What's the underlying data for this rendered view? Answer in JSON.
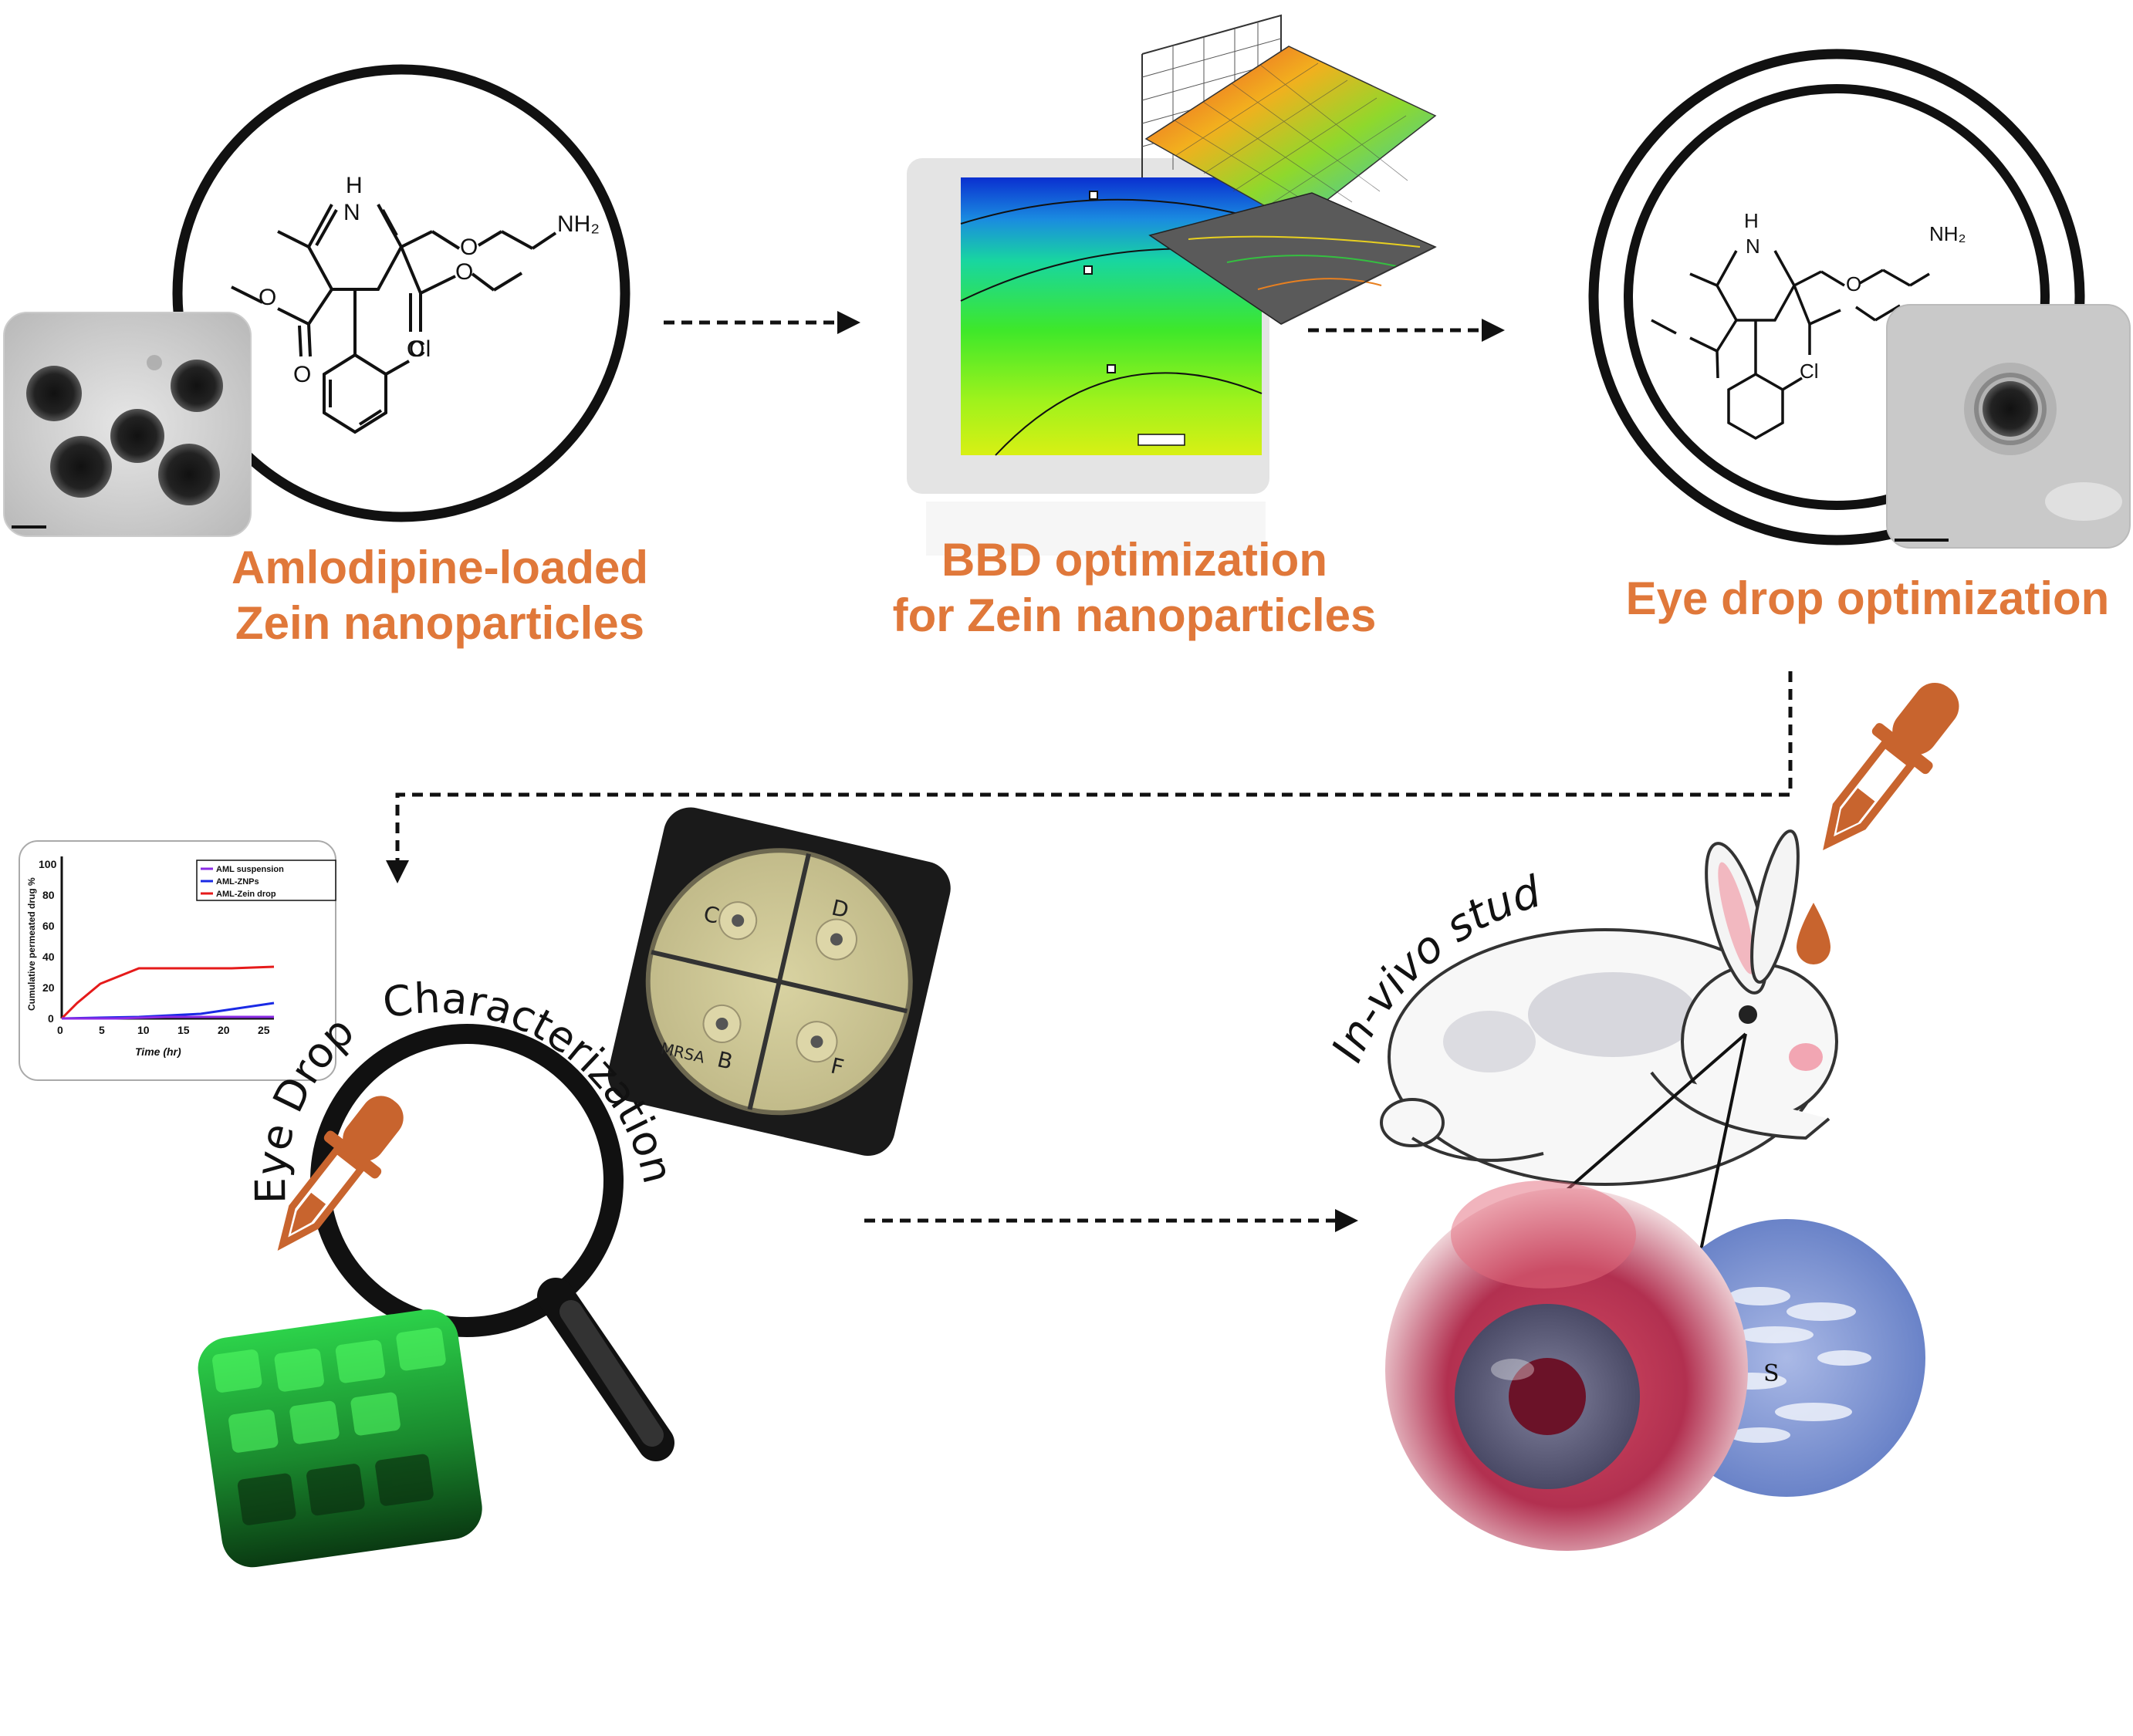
{
  "steps": [
    {
      "label_line1": "Amlodipine-loaded",
      "label_line2": "Zein nanoparticles"
    },
    {
      "label_line1": "BBD optimization",
      "label_line2": "for Zein nanoparticles"
    },
    {
      "label_line1": "Eye drop optimization",
      "label_line2": ""
    }
  ],
  "molecule": {
    "nh": "H",
    "n": "N",
    "o": "O",
    "nh2": "NH₂",
    "cl": "Cl"
  },
  "characterization": {
    "arc_left": "Eye Drop",
    "arc_right": "Characterization"
  },
  "invivo": {
    "arc": "In-vivo study"
  },
  "release_chart": {
    "xlabel": "Time (hr)",
    "ylabel": "Cumulative permeated drug %",
    "legend": [
      "AML suspension",
      "AML-ZNPs",
      "AML-Zein drop"
    ],
    "ticks_x": [
      "0",
      "5",
      "10",
      "15",
      "20",
      "25"
    ],
    "ticks_y": [
      "0",
      "20",
      "40",
      "60",
      "80",
      "100"
    ]
  },
  "agar_plate": {
    "quadrants": [
      "D",
      "C",
      "B",
      "F"
    ],
    "note": "MRSA"
  },
  "histology_label": "S",
  "colors": {
    "accent": "#e0783a",
    "dropper": "#c8642e",
    "line": "#111111"
  },
  "icons": [
    "dropper-icon",
    "magnifier-icon",
    "rabbit-icon"
  ]
}
